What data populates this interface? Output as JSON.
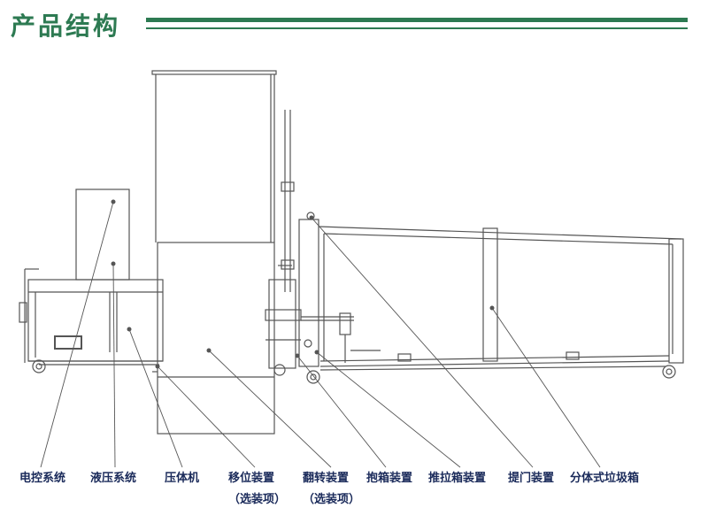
{
  "header": {
    "title": "产品结构",
    "accent_color": "#2d7a52"
  },
  "labels": [
    {
      "id": "electric-control",
      "text": "电控系统"
    },
    {
      "id": "hydraulic",
      "text": "液压系统"
    },
    {
      "id": "compressor",
      "text": "压体机"
    },
    {
      "id": "shifting",
      "text": "移位装置",
      "note": "（选装项）"
    },
    {
      "id": "tipping",
      "text": "翻转装置",
      "note": "（选装项）"
    },
    {
      "id": "clamping",
      "text": "抱箱装置"
    },
    {
      "id": "push-pull",
      "text": "推拉箱装置"
    },
    {
      "id": "lift-door",
      "text": "提门装置"
    },
    {
      "id": "split-bin",
      "text": "分体式垃圾箱"
    }
  ],
  "colors": {
    "line": "#555555",
    "label": "#1a2a5a"
  }
}
